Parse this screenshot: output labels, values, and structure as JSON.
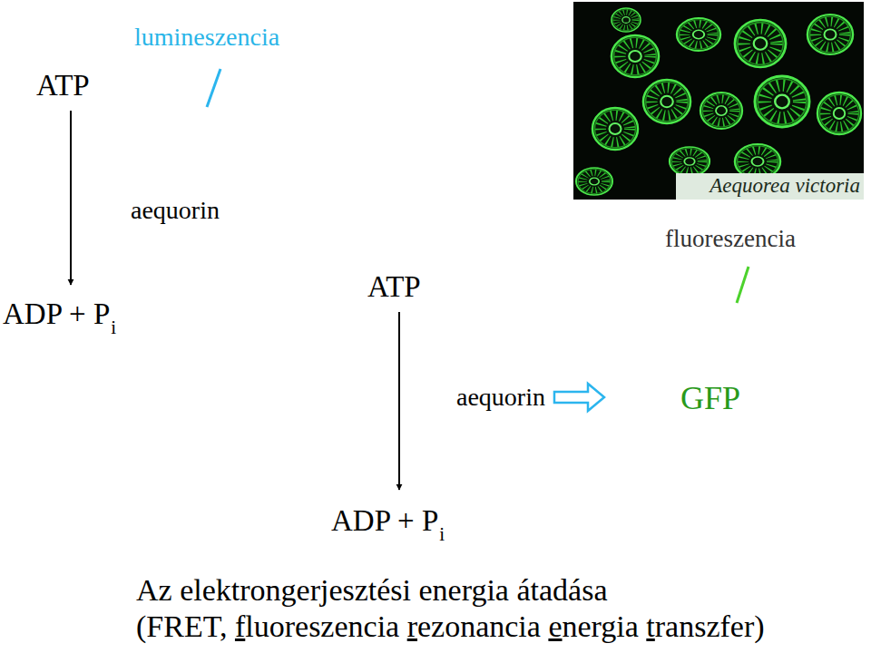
{
  "diagram": {
    "caption": "Az elektrongerjesztési energia átadása",
    "nodes": [
      {
        "text": [
          "aequorin"
        ]
      },
      {
        "text": [
          "aequorin"
        ]
      },
      {
        "text": [
          "GFP"
        ]
      }
    ],
    "edges": [
      {
        "from": 1,
        "to": 2,
        "arrow": "to"
      }
    ],
    "labels": [
      "lumineszencia",
      "ATP",
      "ADP + P",
      "i",
      "Aequorea victoria",
      "fluoreszencia",
      "ATP",
      "ADP + P",
      "i",
      "(FRET, fluoreszencia rezonancia energia transzfer)"
    ]
  }
}
